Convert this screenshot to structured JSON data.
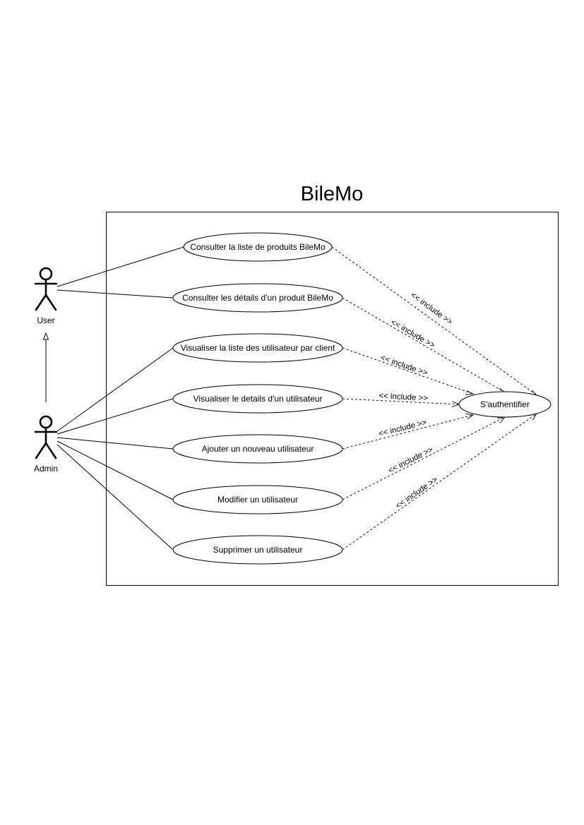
{
  "diagram": {
    "title": "BileMo",
    "actors": [
      {
        "id": "user",
        "label": "User"
      },
      {
        "id": "admin",
        "label": "Admin"
      }
    ],
    "use_cases": [
      {
        "id": "uc1",
        "label": "Consulter la liste de produits BileMo"
      },
      {
        "id": "uc2",
        "label": "Consulter les détails d'un produit BileMo"
      },
      {
        "id": "uc3",
        "label": "Visualiser la liste des utilisateur par client"
      },
      {
        "id": "uc4",
        "label": "Visualiser le details d'un utilisateur"
      },
      {
        "id": "uc5",
        "label": "Ajouter un nouveau utilisateur"
      },
      {
        "id": "uc6",
        "label": "Modifier un utilisateur"
      },
      {
        "id": "uc7",
        "label": "Supprimer un utilisateur"
      },
      {
        "id": "auth",
        "label": "S'authentifier"
      }
    ],
    "include_label": "<< include >>"
  }
}
